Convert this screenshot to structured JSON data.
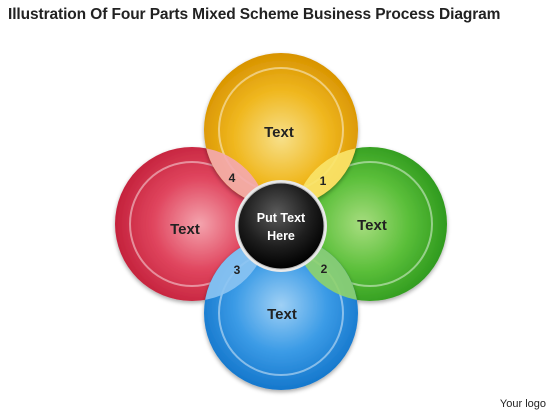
{
  "title": "Illustration Of Four Parts Mixed Scheme Business Process Diagram",
  "center": {
    "line1": "Put Text",
    "line2": "Here"
  },
  "petals": [
    {
      "id": "top",
      "label": "Text",
      "color": "#f2b705"
    },
    {
      "id": "right",
      "label": "Text",
      "color": "#3fae2a"
    },
    {
      "id": "bottom",
      "label": "Text",
      "color": "#1d86d9"
    },
    {
      "id": "left",
      "label": "Text",
      "color": "#d9344f"
    }
  ],
  "overlaps": [
    {
      "id": "top-right",
      "number": "1"
    },
    {
      "id": "right-bottom",
      "number": "2"
    },
    {
      "id": "bottom-left",
      "number": "3"
    },
    {
      "id": "left-top",
      "number": "4"
    }
  ],
  "footer": {
    "logo": "Your logo"
  }
}
